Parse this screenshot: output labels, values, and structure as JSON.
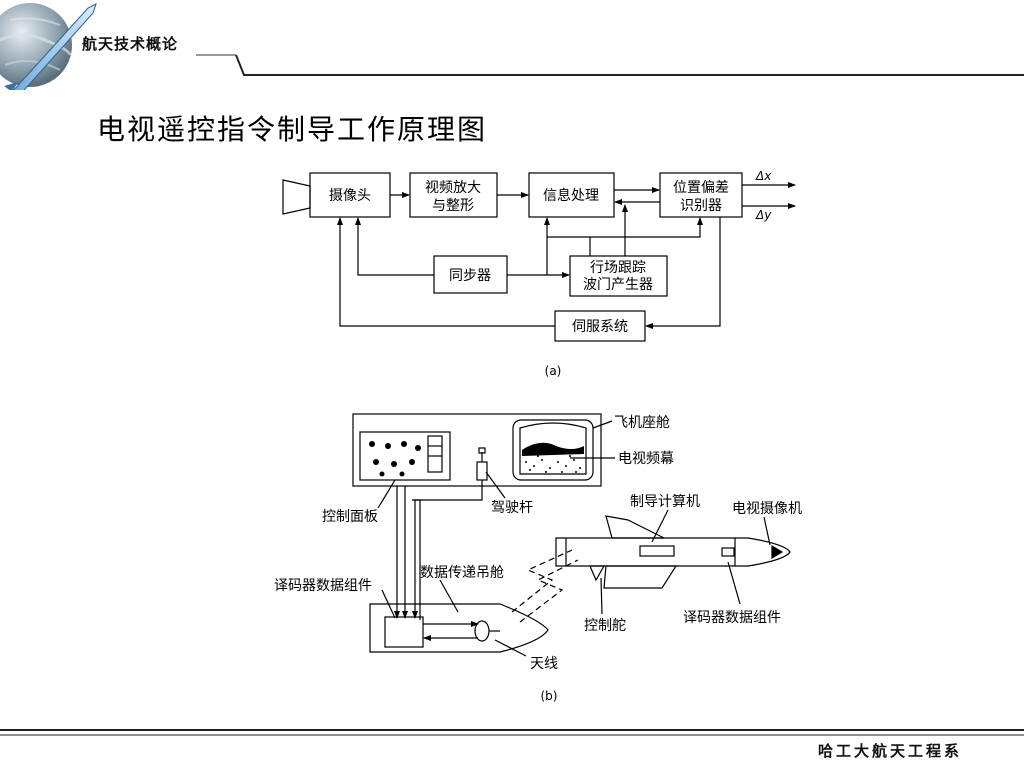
{
  "header": {
    "course_title": "航天技术概论"
  },
  "slide": {
    "title": "电视遥控指令制导工作原理图"
  },
  "diagram_a": {
    "blocks": {
      "camera": "摄像头",
      "video_amp_line1": "视频放大",
      "video_amp_line2": "与整形",
      "info_proc": "信息处理",
      "pos_dev_line1": "位置偏差",
      "pos_dev_line2": "识别器",
      "sync": "同步器",
      "gate_line1": "行场跟踪",
      "gate_line2": "波门产生器",
      "servo": "伺服系统"
    },
    "outputs": {
      "dx": "Δx",
      "dy": "Δy"
    },
    "caption": "(a)"
  },
  "diagram_b": {
    "labels": {
      "cockpit": "飞机座舱",
      "tv_screen": "电视频幕",
      "control_panel": "控制面板",
      "joystick": "驾驶杆",
      "guidance_computer": "制导计算机",
      "tv_camera": "电视摄像机",
      "data_pod": "数据传递吊舱",
      "decoder_left": "译码器数据组件",
      "decoder_right": "译码器数据组件",
      "control_fin": "控制舵",
      "antenna": "天线"
    },
    "caption": "(b)"
  },
  "footer": {
    "org": "哈工大航天工程系"
  }
}
